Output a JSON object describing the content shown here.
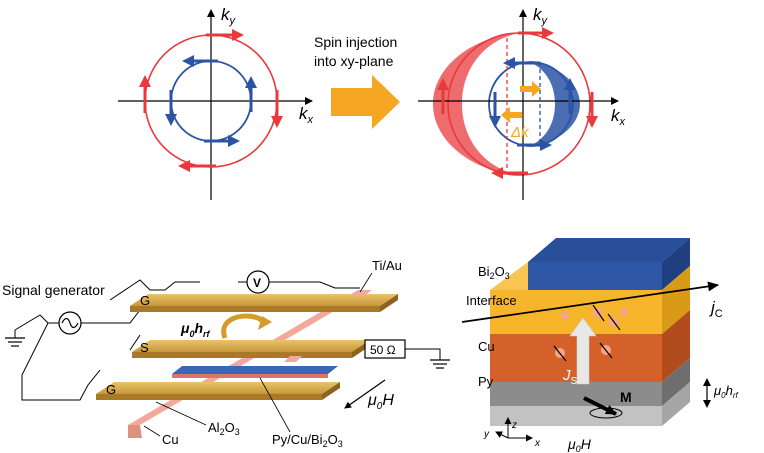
{
  "top": {
    "left_axes": {
      "ky": "k",
      "ky_sub": "y",
      "kx": "k",
      "kx_sub": "x"
    },
    "arrow_caption": {
      "line1": "Spin injection",
      "line2": "into xy-plane"
    },
    "right_axes": {
      "ky": "k",
      "ky_sub": "y",
      "kx": "k",
      "kx_sub": "x"
    },
    "delta_k": "Δk"
  },
  "device": {
    "signal_generator": "Signal generator",
    "voltmeter": "V",
    "ti_au": "Ti/Au",
    "electrode_g1": "G",
    "electrode_s": "S",
    "electrode_g2": "G",
    "hrf_mu": "μ",
    "hrf_zero": "0",
    "hrf_h": "h",
    "hrf_sub": "rf",
    "resistor": "50 Ω",
    "field_mu": "μ",
    "field_zero": "0",
    "field_h": "H",
    "cu": "Cu",
    "al2o3_base": "Al",
    "al2o3_sub2": "2",
    "al2o3_o": "O",
    "al2o3_sub3": "3",
    "stack": "Py/Cu/Bi",
    "stack_sub2": "2",
    "stack_o": "O",
    "stack_sub3": "3"
  },
  "layers": {
    "bi2o3_base": "Bi",
    "bi2o3_sub2": "2",
    "bi2o3_o": "O",
    "bi2o3_sub3": "3",
    "interface": "Interface",
    "cu": "Cu",
    "py": "Py",
    "jc": "j",
    "jc_sub": "C",
    "js": "J",
    "js_sub": "S",
    "magnetization": "M",
    "hrf_mu": "μ",
    "hrf_zero": "0",
    "hrf_h": "h",
    "hrf_sub": "rf",
    "field_mu": "μ",
    "field_zero": "0",
    "field_h": "H",
    "axis_x": "x",
    "axis_y": "y",
    "axis_z": "z"
  },
  "colors": {
    "red": "#e8393d",
    "blue": "#2b54a4",
    "orange_arrow": "#f5a623",
    "gold": "#c89a3a",
    "bi2o3": "#2e57a6",
    "interface": "#f7b52b",
    "cu_layer": "#d4612a",
    "py_layer": "#b3b3b3"
  }
}
